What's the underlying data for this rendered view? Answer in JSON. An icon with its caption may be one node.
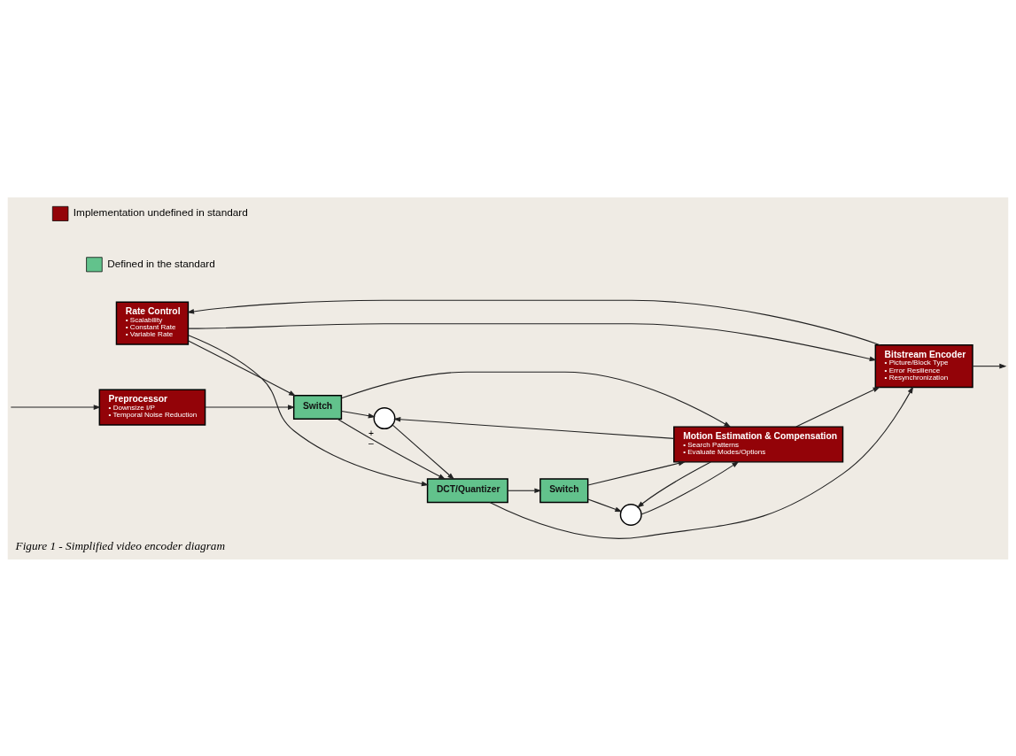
{
  "diagram": {
    "caption": "Figure 1 - Simplified video encoder diagram",
    "nodes": [
      {
        "text": [
          "Rate Control",
          "• Scalability",
          "• Constant Rate",
          "• Variable Rate"
        ]
      },
      {
        "text": [
          "Preprocessor",
          "• Downsize I/P",
          "• Temporal Noise Reduction"
        ]
      },
      {
        "text": [
          "Switch"
        ]
      },
      {
        "text": [],
        "shape": "circle",
        "beside": [
          "+",
          "–"
        ]
      },
      {
        "text": [
          "DCT/Quantizer"
        ]
      },
      {
        "text": [
          "Bitstream Encoder",
          "• Picture/Block Type",
          "• Error Resilience",
          "• Resynchronization"
        ]
      },
      {
        "text": [
          "Switch"
        ]
      },
      {
        "text": [],
        "shape": "circle"
      },
      {
        "text": [
          "Motion Estimation & Compensation",
          "• Search Patterns",
          "• Evaluate Modes/Options"
        ]
      }
    ],
    "edges": [
      {
        "from": null,
        "to": 1,
        "arrow": "to"
      },
      {
        "from": 1,
        "to": 2,
        "arrow": "to"
      },
      {
        "from": 0,
        "to": 2,
        "arrow": "to"
      },
      {
        "from": 0,
        "to": 4,
        "arrow": "to"
      },
      {
        "from": 0,
        "to": 5,
        "arrow": "to"
      },
      {
        "from": 5,
        "to": 0,
        "arrow": "to"
      },
      {
        "from": 5,
        "to": null,
        "arrow": "to"
      },
      {
        "from": 2,
        "to": 4,
        "arrow": "to"
      },
      {
        "from": 2,
        "to": 3,
        "arrow": "to"
      },
      {
        "from": 2,
        "to": 8,
        "arrow": "to"
      },
      {
        "from": 3,
        "to": 4,
        "arrow": "to"
      },
      {
        "from": 4,
        "to": 5,
        "arrow": "to"
      },
      {
        "from": 4,
        "to": 6,
        "arrow": "to"
      },
      {
        "from": 6,
        "to": 7,
        "arrow": "to"
      },
      {
        "from": 6,
        "to": 8,
        "arrow": "to"
      },
      {
        "from": 7,
        "to": 8,
        "arrow": "to"
      },
      {
        "from": 8,
        "to": 3,
        "arrow": "to"
      },
      {
        "from": 8,
        "to": 7,
        "arrow": "to"
      },
      {
        "from": 8,
        "to": 5,
        "arrow": "to"
      }
    ],
    "legend": [
      {
        "text": "Implementation undefined in standard",
        "color": "#930308"
      },
      {
        "text": "Defined in the standard",
        "color": "#62c28c"
      }
    ]
  }
}
